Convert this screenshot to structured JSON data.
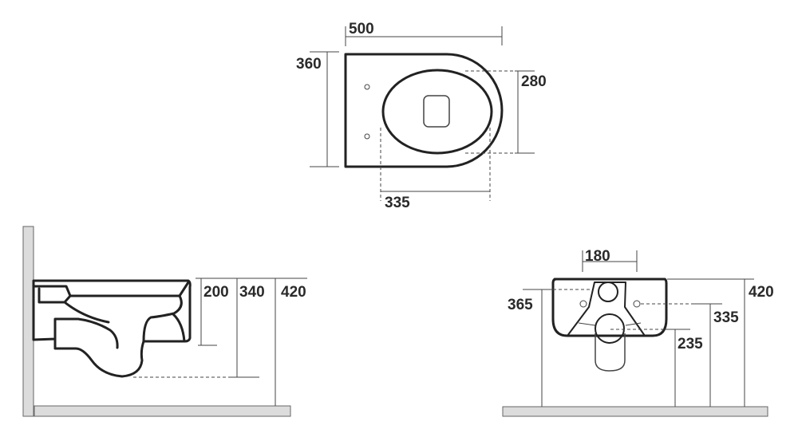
{
  "top_view": {
    "width_label": "500",
    "depth_label": "360",
    "bowl_width_label": "280",
    "bowl_length_label": "335"
  },
  "side_view": {
    "height_200": "200",
    "height_340": "340",
    "height_420": "420"
  },
  "front_view": {
    "fixing_spacing": "180",
    "inlet_height": "365",
    "total_height": "420",
    "fixing_height": "335",
    "outlet_height": "235"
  }
}
